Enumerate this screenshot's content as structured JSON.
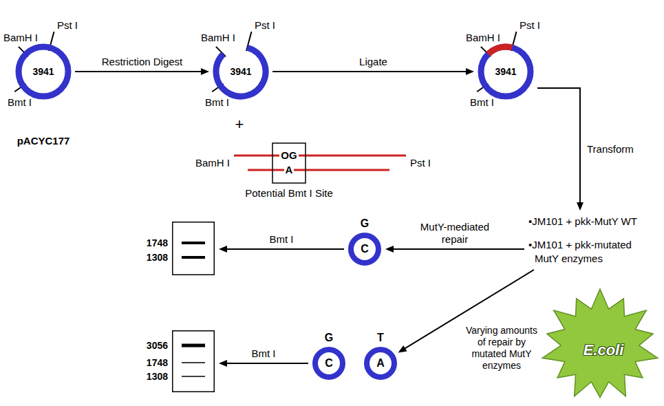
{
  "diagram": {
    "nodes": [
      {
        "text": [
          "3941"
        ]
      },
      {
        "text": [
          "3941"
        ]
      },
      {
        "text": [
          "3941"
        ]
      },
      {
        "text": [
          "•JM101 + pkk-MutY WT",
          "•JM101 + pkk-mutated MutY enzymes"
        ]
      },
      {
        "text": [
          "G",
          "C"
        ]
      },
      {
        "text": [
          "1748",
          "1308"
        ]
      },
      {
        "text": [
          "G",
          "C"
        ]
      },
      {
        "text": [
          "T",
          "A"
        ]
      },
      {
        "text": [
          "3056",
          "1748",
          "1308"
        ]
      },
      {
        "text": [
          "E.coli"
        ]
      }
    ],
    "edges": [
      {
        "from": 0,
        "to": 1,
        "arrow": "to",
        "label": "Restriction Digest"
      },
      {
        "from": 1,
        "to": 2,
        "arrow": "to",
        "label": "Ligate"
      },
      {
        "from": 2,
        "to": 3,
        "arrow": "to",
        "label": "Transform"
      },
      {
        "from": 3,
        "to": 4,
        "arrow": "to",
        "label": "MutY-mediated repair"
      },
      {
        "from": 3,
        "to": 7,
        "arrow": "to",
        "label": "Varying amounts of repair by mutated MutY enzymes"
      },
      {
        "from": 4,
        "to": 5,
        "arrow": "to",
        "label": "Bmt I"
      },
      {
        "from": 6,
        "to": 8,
        "arrow": "to",
        "label": "Bmt I"
      }
    ],
    "labels": [
      "BamH I",
      "Pst I",
      "Bmt I",
      "pACYC177",
      "BamH I",
      "Pst I",
      "Bmt I",
      "BamH I",
      "Pst I",
      "Bmt I",
      "+",
      "BamH I",
      "OG",
      "A",
      "Pst I",
      "Potential Bmt I Site"
    ]
  }
}
